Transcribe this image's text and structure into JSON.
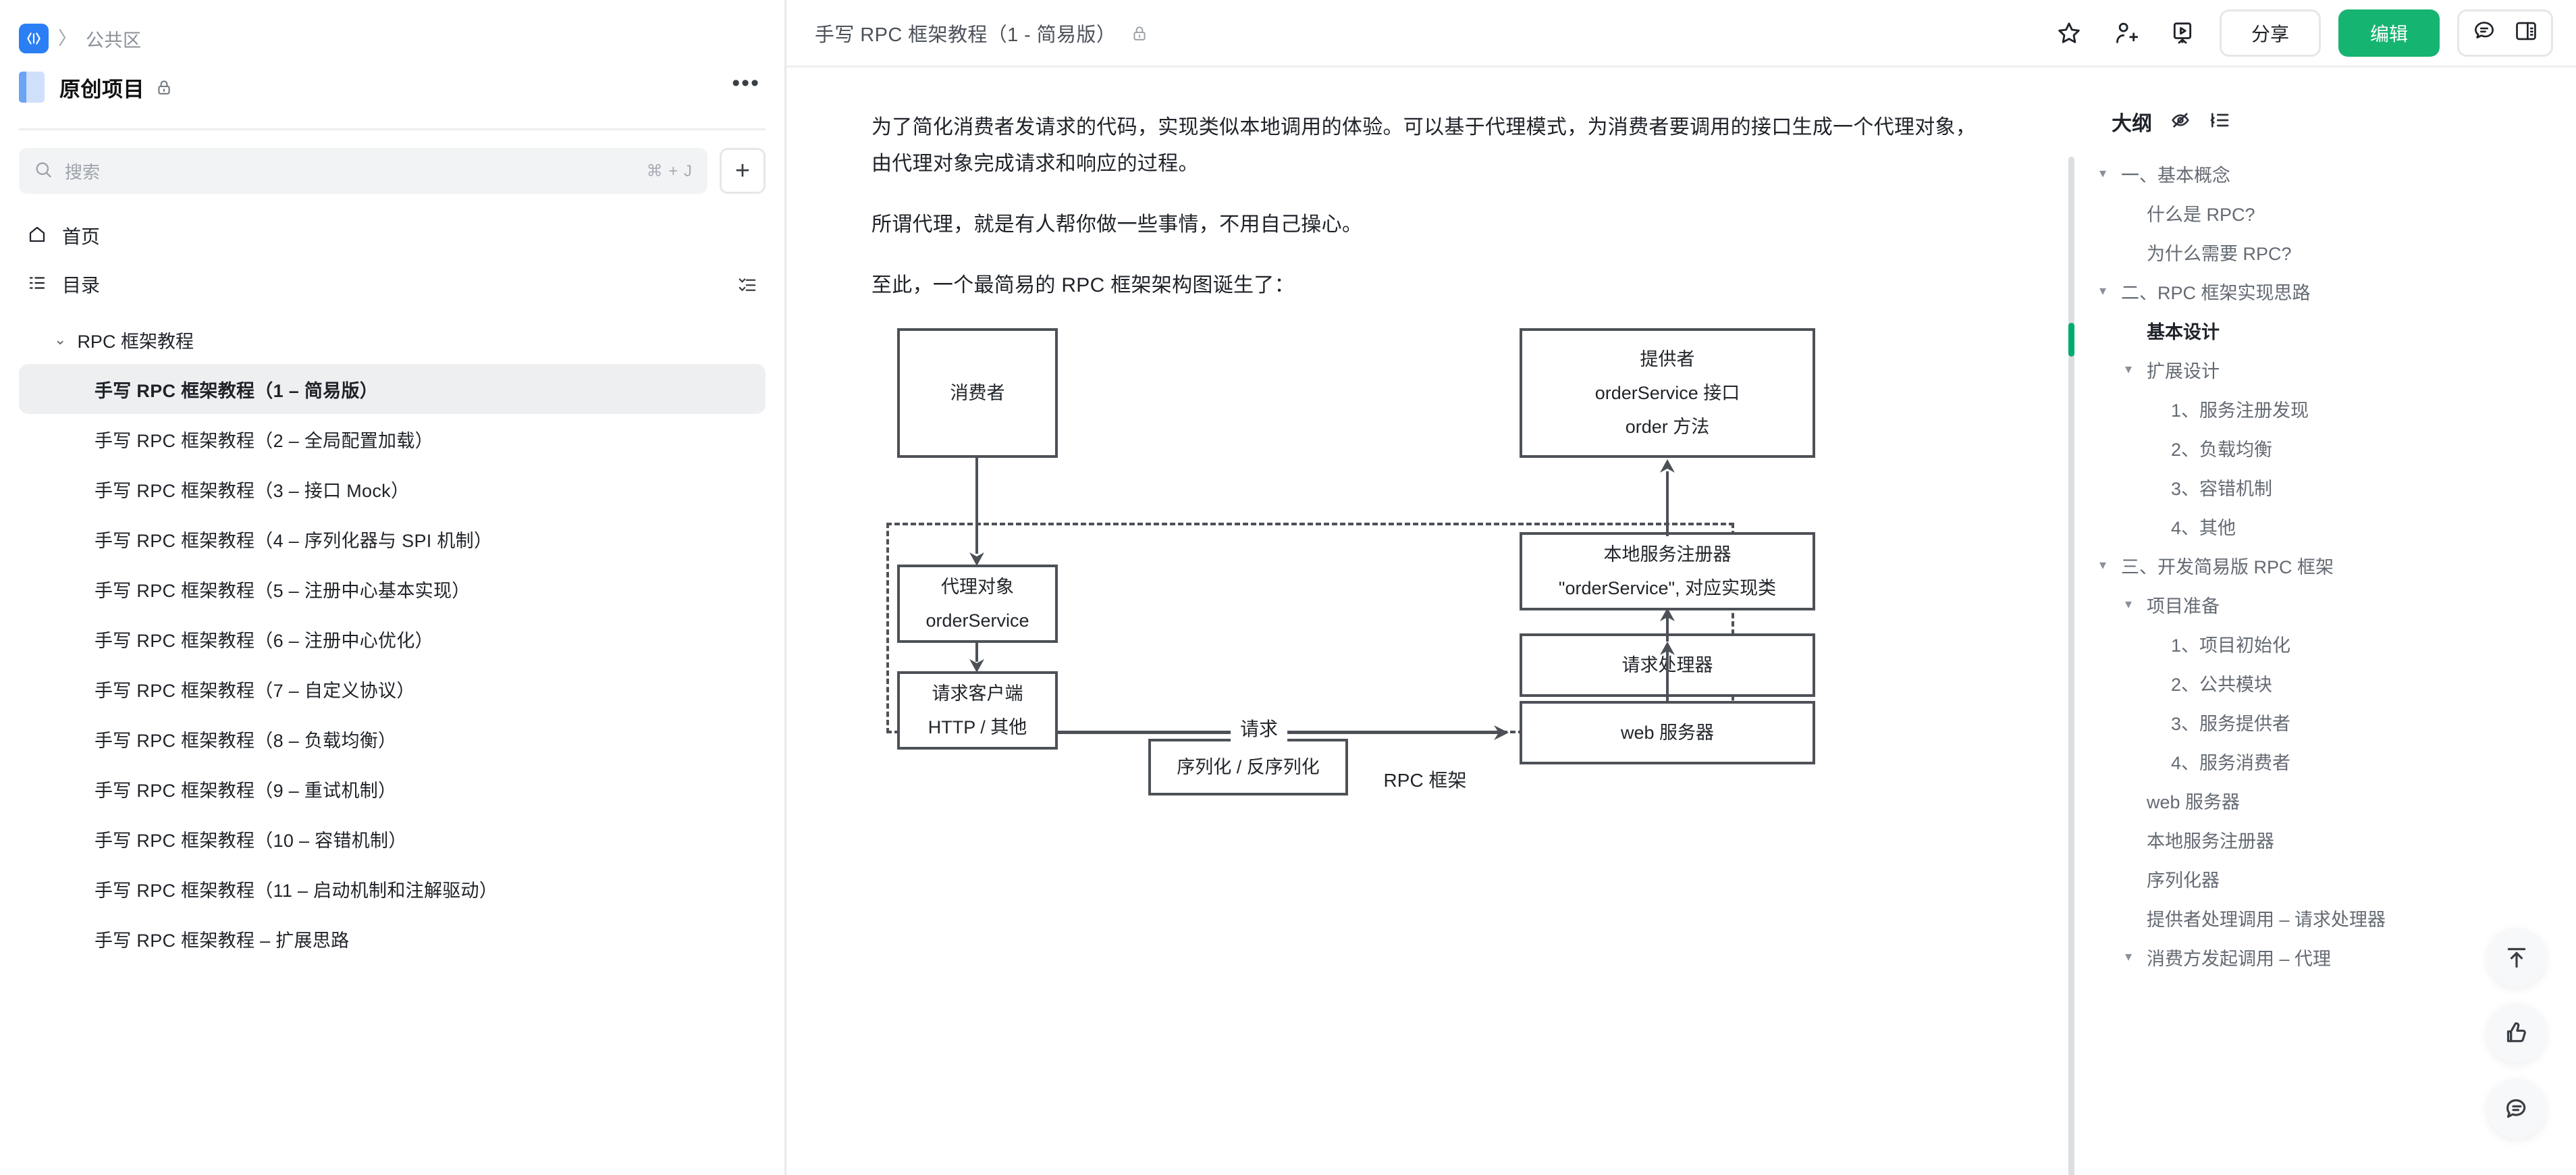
{
  "sidebar": {
    "breadcrumb": {
      "workspace_label": "公共区",
      "separator": "〉"
    },
    "project": {
      "title": "原创项目",
      "more_label": "•••"
    },
    "search": {
      "placeholder": "搜索",
      "shortcut": "⌘ + J",
      "add_label": "+"
    },
    "nav": [
      {
        "label": "首页",
        "icon": "home-icon"
      },
      {
        "label": "目录",
        "icon": "list-tree-icon",
        "tail_icon": "collapse-list-icon"
      }
    ],
    "tree": {
      "group_label": "RPC 框架教程",
      "group_caret": "⌄",
      "items": [
        "手写 RPC 框架教程（1 – 简易版）",
        "手写 RPC 框架教程（2 – 全局配置加载）",
        "手写 RPC 框架教程（3 – 接口 Mock）",
        "手写 RPC 框架教程（4 – 序列化器与 SPI 机制）",
        "手写 RPC 框架教程（5 – 注册中心基本实现）",
        "手写 RPC 框架教程（6 – 注册中心优化）",
        "手写 RPC 框架教程（7 – 自定义协议）",
        "手写 RPC 框架教程（8 – 负载均衡）",
        "手写 RPC 框架教程（9 – 重试机制）",
        "手写 RPC 框架教程（10 – 容错机制）",
        "手写 RPC 框架教程（11 – 启动机制和注解驱动）",
        "手写 RPC 框架教程 – 扩展思路"
      ],
      "active_index": 0
    }
  },
  "topbar": {
    "doc_title": "手写 RPC 框架教程（1 - 简易版）",
    "share_label": "分享",
    "edit_label": "编辑",
    "icons": [
      "star-icon",
      "add-user-icon",
      "present-icon",
      "comment-icon",
      "sidebar-toggle-icon"
    ]
  },
  "document": {
    "paragraphs": [
      "为了简化消费者发请求的代码，实现类似本地调用的体验。可以基于代理模式，为消费者要调用的接口生成一个代理对象，由代理对象完成请求和响应的过程。",
      "所谓代理，就是有人帮你做一些事情，不用自己操心。",
      "至此，一个最简易的 RPC 框架架构图诞生了："
    ]
  },
  "diagram": {
    "caption": "RPC 框架",
    "boxes": {
      "consumer": "消费者",
      "provider_l1": "提供者",
      "provider_l2": "orderService 接口",
      "provider_l3": "order 方法",
      "proxy_l1": "代理对象",
      "proxy_l2": "orderService",
      "registry_l1": "本地服务注册器",
      "registry_l2": "\"orderService\", 对应实现类",
      "handler": "请求处理器",
      "client_l1": "请求客户端",
      "client_l2": "HTTP / 其他",
      "webserver": "web 服务器",
      "serializer": "序列化 / 反序列化"
    },
    "edge_labels": {
      "request": "请求"
    }
  },
  "outline": {
    "title": "大纲",
    "icons": [
      "eye-off-icon",
      "collapse-outline-icon"
    ],
    "items": [
      {
        "label": "一、基本概念",
        "level": 0,
        "caret": "▾",
        "active": false
      },
      {
        "label": "什么是 RPC?",
        "level": 1,
        "caret": "",
        "active": false
      },
      {
        "label": "为什么需要 RPC?",
        "level": 1,
        "caret": "",
        "active": false
      },
      {
        "label": "二、RPC 框架实现思路",
        "level": 0,
        "caret": "▾",
        "active": false
      },
      {
        "label": "基本设计",
        "level": 1,
        "caret": "",
        "active": true
      },
      {
        "label": "扩展设计",
        "level": 1,
        "caret": "▾",
        "active": false
      },
      {
        "label": "1、服务注册发现",
        "level": 2,
        "caret": "",
        "active": false
      },
      {
        "label": "2、负载均衡",
        "level": 2,
        "caret": "",
        "active": false
      },
      {
        "label": "3、容错机制",
        "level": 2,
        "caret": "",
        "active": false
      },
      {
        "label": "4、其他",
        "level": 2,
        "caret": "",
        "active": false
      },
      {
        "label": "三、开发简易版 RPC 框架",
        "level": 0,
        "caret": "▾",
        "active": false
      },
      {
        "label": "项目准备",
        "level": 1,
        "caret": "▾",
        "active": false
      },
      {
        "label": "1、项目初始化",
        "level": 2,
        "caret": "",
        "active": false
      },
      {
        "label": "2、公共模块",
        "level": 2,
        "caret": "",
        "active": false
      },
      {
        "label": "3、服务提供者",
        "level": 2,
        "caret": "",
        "active": false
      },
      {
        "label": "4、服务消费者",
        "level": 2,
        "caret": "",
        "active": false
      },
      {
        "label": "web 服务器",
        "level": 1,
        "caret": "",
        "active": false
      },
      {
        "label": "本地服务注册器",
        "level": 1,
        "caret": "",
        "active": false
      },
      {
        "label": "序列化器",
        "level": 1,
        "caret": "",
        "active": false
      },
      {
        "label": "提供者处理调用 – 请求处理器",
        "level": 1,
        "caret": "",
        "active": false
      },
      {
        "label": "消费方发起调用 – 代理",
        "level": 1,
        "caret": "▾",
        "active": false
      }
    ]
  },
  "fabs": [
    {
      "icon": "back-to-top-icon"
    },
    {
      "icon": "thumbs-up-icon"
    },
    {
      "icon": "comment-bubble-icon"
    }
  ],
  "colors": {
    "accent_green": "#15b471",
    "active_marker": "#00ab6e",
    "brand_blue": "#2b7ff5"
  }
}
